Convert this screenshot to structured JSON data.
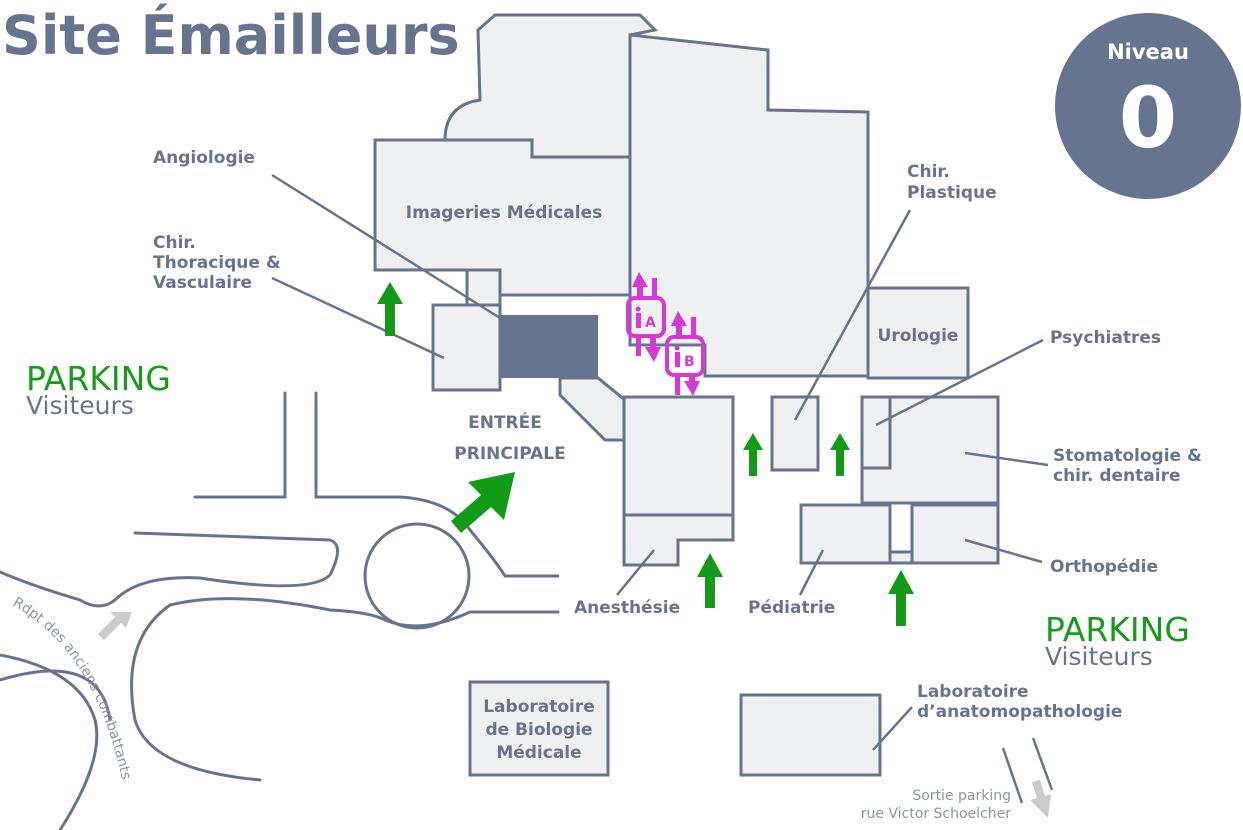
{
  "title": "Site Émailleurs",
  "level": {
    "label": "Niveau",
    "value": "0"
  },
  "entrance": {
    "line1": "ENTRÉE",
    "line2": "PRINCIPALE"
  },
  "departments": {
    "angiologie": "Angiologie",
    "imageries": "Imageries Médicales",
    "thoracique": [
      "Chir.",
      "Thoracique &",
      "Vasculaire"
    ],
    "plastique": [
      "Chir.",
      "Plastique"
    ],
    "urologie": "Urologie",
    "psychiatres": "Psychiatres",
    "stomatologie": [
      "Stomatologie &",
      "chir. dentaire"
    ],
    "orthopedie": "Orthopédie",
    "pediatrie": "Pédiatrie",
    "anesthesie": "Anesthésie",
    "lab_bio": [
      "Laboratoire",
      "de Biologie",
      "Médicale"
    ],
    "lab_anapath": [
      "Laboratoire",
      "d’anatomopathologie"
    ]
  },
  "parking_left": {
    "title": "PARKING",
    "subtitle": "Visiteurs"
  },
  "parking_right": {
    "title": "PARKING",
    "subtitle": "Visiteurs"
  },
  "roundabout_label": "Rdpt des anciens combattants",
  "exit": [
    "Sortie parking",
    "rue Victor Schoelcher"
  ],
  "elevators": [
    {
      "letter": "A"
    },
    {
      "letter": "B"
    }
  ],
  "colors": {
    "slate": "#66758f",
    "green": "#139a17",
    "elevator": "#d838d4",
    "building": "#eff0f1"
  }
}
